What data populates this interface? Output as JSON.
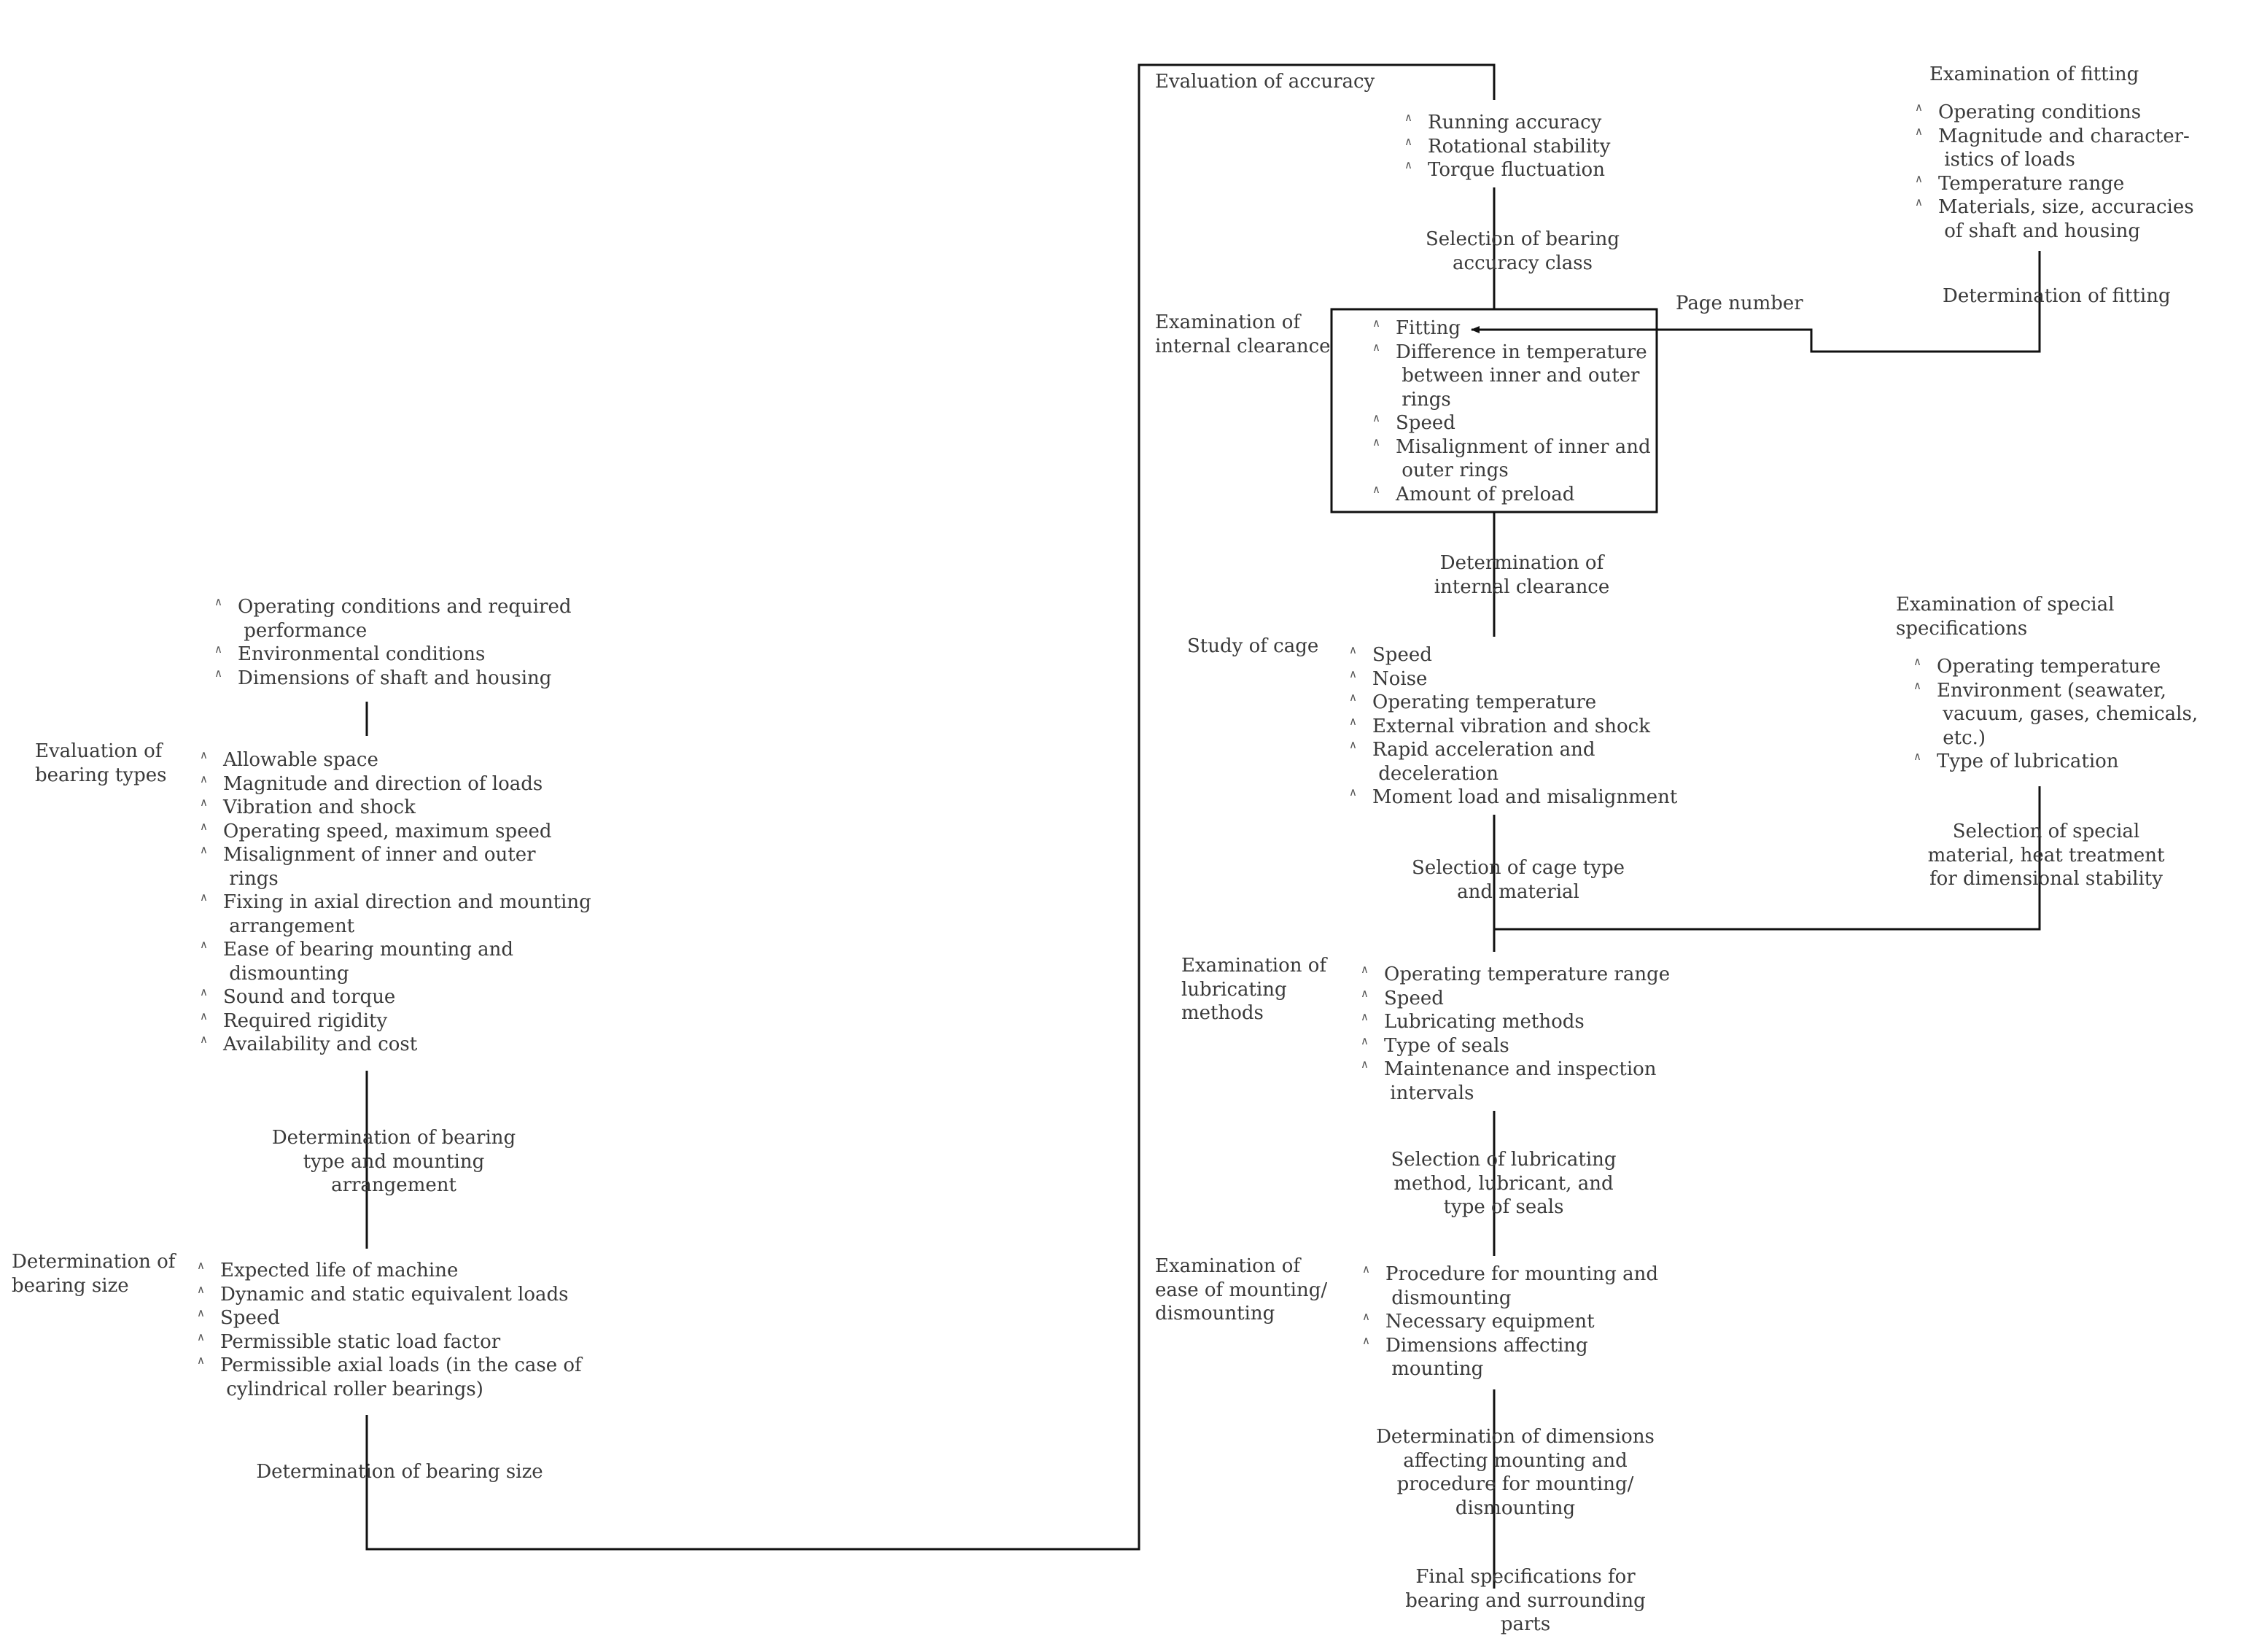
{
  "bullet_symbol": "∧",
  "colors": {
    "line": "#111111",
    "text": "#3a3a3a"
  },
  "left_column": {
    "preconditions": [
      "Operating conditions and required\n performance",
      "Environmental conditions",
      "Dimensions of shaft and housing"
    ],
    "bearing_types": {
      "heading": "Evaluation of\nbearing types",
      "items": [
        "Allowable space",
        "Magnitude and direction of loads",
        "Vibration and shock",
        "Operating speed, maximum speed",
        "Misalignment of inner and outer\n rings",
        "Fixing in axial direction and mounting\n arrangement",
        "Ease of bearing mounting and\n dismounting",
        "Sound and torque",
        "Required rigidity",
        "Availability and cost"
      ],
      "result": "Determination of bearing\ntype and mounting\narrangement"
    },
    "bearing_size": {
      "heading": "Determination of\nbearing size",
      "items": [
        "Expected life of machine",
        "Dynamic and static equivalent loads",
        "Speed",
        "Permissible static load factor",
        "Permissible axial loads (in the case of\n cylindrical roller bearings)"
      ],
      "result": "Determination of bearing size"
    }
  },
  "center_column": {
    "accuracy": {
      "heading": "Evaluation of accuracy",
      "items": [
        "Running accuracy",
        "Rotational stability",
        "Torque fluctuation"
      ],
      "result": "Selection of bearing\naccuracy class"
    },
    "clearance": {
      "heading": "Examination of\ninternal clearance",
      "items": [
        "Fitting",
        "Difference in temperature\n between inner and outer\n rings",
        "Speed",
        "Misalignment of inner and\n outer rings",
        "Amount of preload"
      ],
      "result": "Determination of\ninternal clearance"
    },
    "cage": {
      "heading": "Study of cage",
      "items": [
        "Speed",
        "Noise",
        "Operating temperature",
        "External vibration and shock",
        "Rapid acceleration and\n deceleration",
        "Moment load and misalignment"
      ],
      "result": "Selection of cage type\nand material"
    },
    "lubrication": {
      "heading": "Examination of\nlubricating\nmethods",
      "items": [
        "Operating temperature range",
        "Speed",
        "Lubricating methods",
        "Type of seals",
        "Maintenance and inspection\n intervals"
      ],
      "result": "Selection of lubricating\nmethod, lubricant, and\ntype of seals"
    },
    "mounting": {
      "heading": "Examination of\nease of mounting/\ndismounting",
      "items": [
        "Procedure for mounting and\n dismounting",
        "Necessary equipment",
        "Dimensions affecting\n mounting"
      ],
      "result": "Determination of dimensions\naffecting mounting and\nprocedure for mounting/\ndismounting"
    },
    "final": "Final specifications for\nbearing and surrounding\nparts"
  },
  "right_column": {
    "fitting": {
      "heading": "Examination of fitting",
      "items": [
        "Operating conditions",
        "Magnitude and character-\n istics of loads",
        "Temperature range",
        "Materials, size, accuracies\n of shaft and housing"
      ],
      "result": "Determination of fitting"
    },
    "page_number_label": "Page number",
    "special": {
      "heading": "Examination of special\nspecifications",
      "items": [
        "Operating temperature",
        "Environment (seawater,\n vacuum, gases, chemicals,\n etc.)",
        "Type of lubrication"
      ],
      "result": "Selection of special\nmaterial, heat treatment\nfor dimensional stability"
    }
  }
}
